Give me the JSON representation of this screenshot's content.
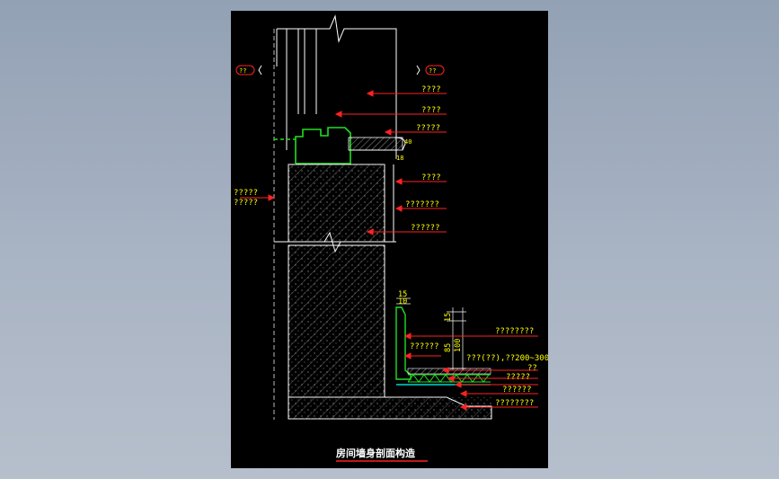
{
  "marks": {
    "left": "??",
    "right": "??"
  },
  "callouts": {
    "c1": "????",
    "c2": "????",
    "c3": "?????",
    "c4": "????",
    "c5": "???????",
    "c6": "??????",
    "left1": "?????",
    "left2": "?????",
    "c7": "????????",
    "c8": "??????",
    "c9": "???(??),??200~300",
    "c10": "??",
    "c11": "?????",
    "c12": "??????",
    "c13": "????????"
  },
  "dims": {
    "d15a": "15",
    "d10": "10",
    "d15b": "15",
    "d85": "85",
    "d100": "100",
    "d18": "18",
    "d40": "40"
  },
  "title": "房间墙身剖面构造",
  "colors": {
    "callout_arrow": "#ff2222",
    "text": "#ffff00",
    "frame": "#ffffff",
    "green": "#22dd22",
    "cyan": "#00ffff"
  }
}
